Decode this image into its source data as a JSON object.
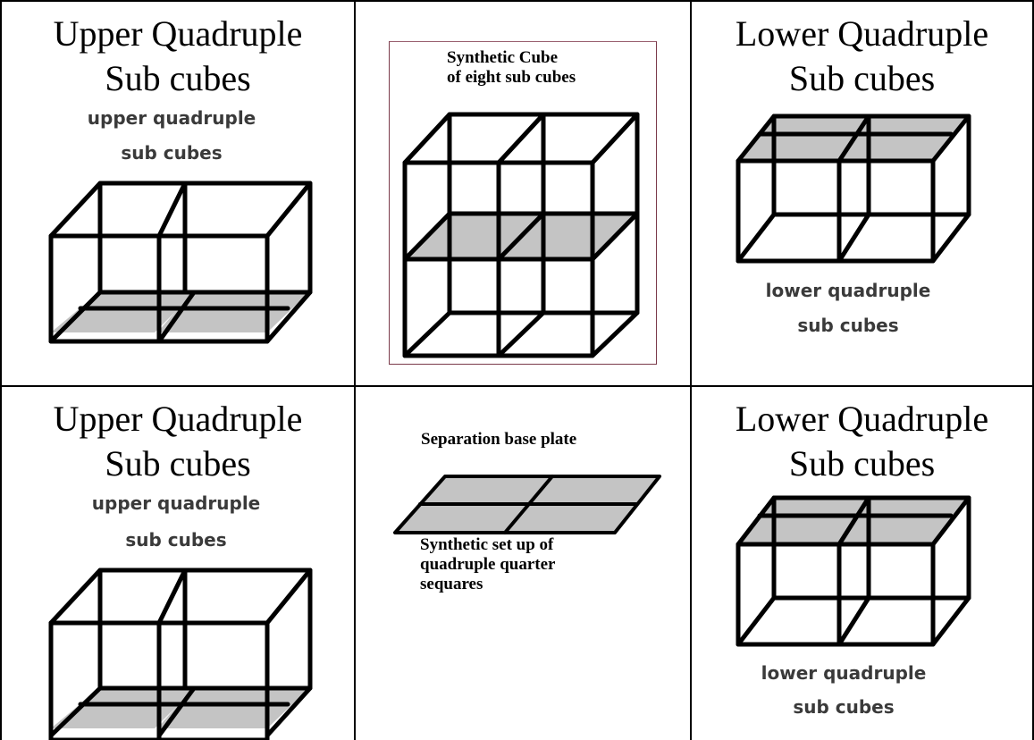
{
  "colors": {
    "line": "#000000",
    "shade": "#c4c4c4",
    "frame": "#7a3a4a"
  },
  "row1": {
    "left": {
      "heading_line1": "Upper Quadruple",
      "heading_line2": "Sub cubes",
      "label_line1": "upper quadruple",
      "label_line2": "sub cubes"
    },
    "center": {
      "label_line1": "Synthetic Cube",
      "label_line2": "of eight sub cubes"
    },
    "right": {
      "heading_line1": "Lower Quadruple",
      "heading_line2": "Sub cubes",
      "label_line1": "lower quadruple",
      "label_line2": "sub cubes"
    }
  },
  "row2": {
    "left": {
      "heading_line1": "Upper Quadruple",
      "heading_line2": "Sub cubes",
      "label_line1": "upper quadruple",
      "label_line2": "sub cubes"
    },
    "center": {
      "top_label": "Separation base plate",
      "caption_line1": "Synthetic set up of",
      "caption_line2": "quadruple quarter",
      "caption_line3": "sequares"
    },
    "right": {
      "heading_line1": "Lower Quadruple",
      "heading_line2": "Sub cubes",
      "label_line1": "lower quadruple",
      "label_line2": "sub cubes"
    }
  }
}
